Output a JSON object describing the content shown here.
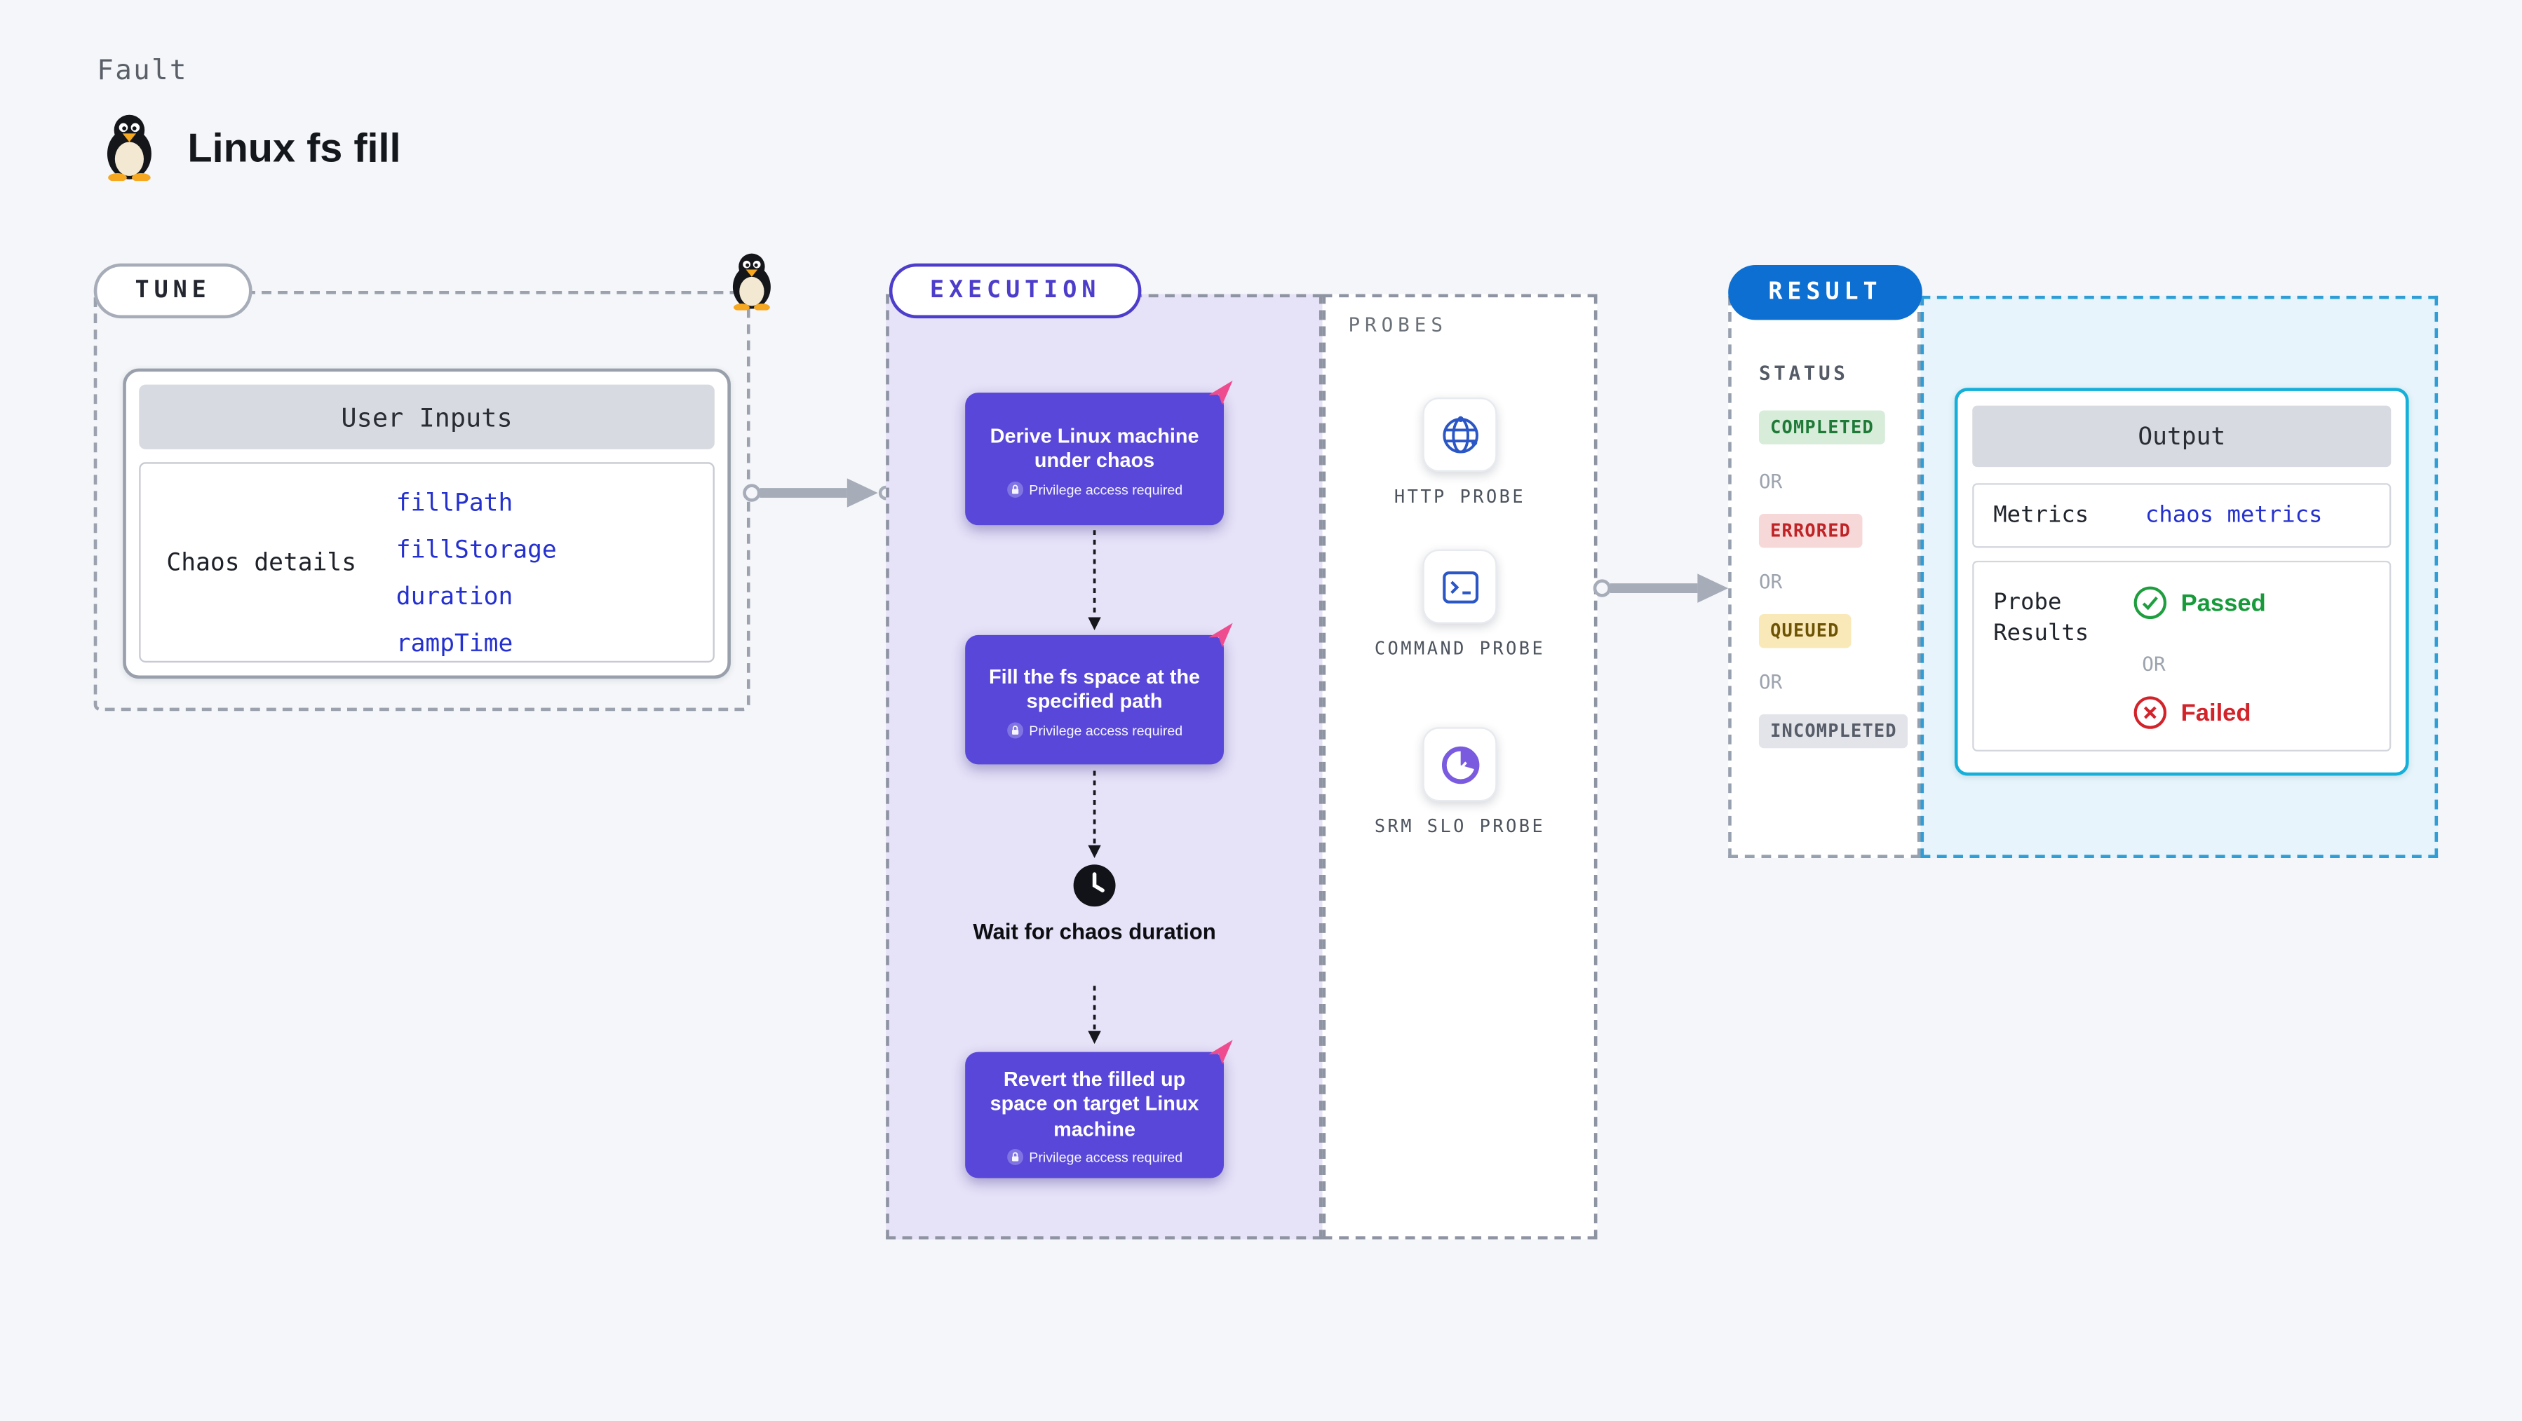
{
  "header": {
    "kicker": "Fault",
    "title": "Linux fs fill"
  },
  "tune": {
    "label": "TUNE",
    "card_title": "User Inputs",
    "row_label": "Chaos details",
    "inputs": [
      "fillPath",
      "fillStorage",
      "duration",
      "rampTime"
    ]
  },
  "execution": {
    "label": "EXECUTION",
    "steps": [
      {
        "title": "Derive Linux machine under chaos",
        "badge": "Privilege access required"
      },
      {
        "title": "Fill the fs space at the specified path",
        "badge": "Privilege access required"
      },
      {
        "title": "Wait for chaos duration"
      },
      {
        "title": "Revert the filled up space on target Linux machine",
        "badge": "Privilege access required"
      }
    ]
  },
  "probes": {
    "label": "PROBES",
    "items": [
      {
        "name": "HTTP PROBE",
        "icon": "globe-icon"
      },
      {
        "name": "COMMAND PROBE",
        "icon": "terminal-icon"
      },
      {
        "name": "SRM SLO PROBE",
        "icon": "slo-pie-icon"
      }
    ]
  },
  "result": {
    "label": "RESULT",
    "status_label": "STATUS",
    "or_label": "OR",
    "statuses": [
      {
        "text": "COMPLETED",
        "tone": "success"
      },
      {
        "text": "ERRORED",
        "tone": "danger"
      },
      {
        "text": "QUEUED",
        "tone": "warning"
      },
      {
        "text": "INCOMPLETED",
        "tone": "muted"
      }
    ],
    "output": {
      "title": "Output",
      "metrics_label": "Metrics",
      "metrics_value": "chaos metrics",
      "probe_results_label": "Probe Results",
      "passed_label": "Passed",
      "failed_label": "Failed"
    }
  },
  "colors": {
    "page-bg": "#f4f6f9",
    "step-purple": "#5847d8",
    "exec-bg": "#e6e2f8",
    "exec-accent": "#4d3dcb",
    "result-blue": "#0c6fd1",
    "result-bg": "#e7f4fb",
    "output-border": "#15b0da",
    "code-blue": "#2531cf",
    "success-bg": "#d7ecd9",
    "success-text": "#1f7a38",
    "danger-bg": "#f7d8d8",
    "danger-text": "#bf2326",
    "warning-bg": "#fae9b8",
    "warning-text": "#6d5404",
    "muted-bg": "#e2e4e9",
    "muted-text": "#565c68",
    "passed-green": "#169a3a",
    "failed-red": "#d2232a",
    "arrow-grey": "#a6acb8",
    "pink-accent": "#ee4c8f"
  }
}
